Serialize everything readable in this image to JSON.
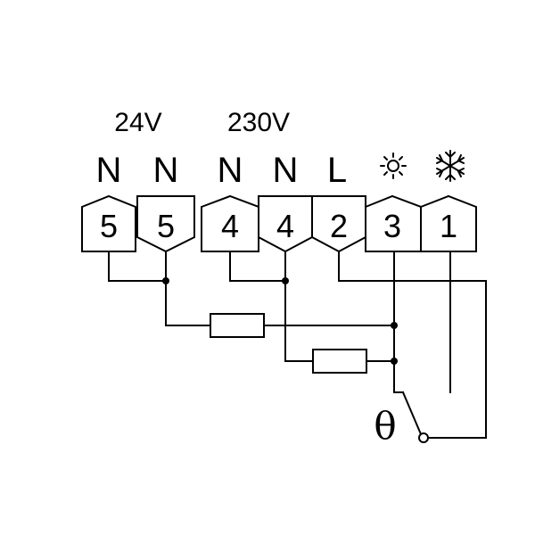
{
  "voltage_labels": {
    "low": "24V",
    "high": "230V"
  },
  "terminals": [
    {
      "number": "5",
      "label": "N",
      "shape": "pointed-top"
    },
    {
      "number": "5",
      "label": "N",
      "shape": "pointed-bottom"
    },
    {
      "number": "4",
      "label": "N",
      "shape": "pointed-top"
    },
    {
      "number": "4",
      "label": "N",
      "shape": "pointed-bottom"
    },
    {
      "number": "2",
      "label": "L",
      "shape": "pointed-bottom"
    },
    {
      "number": "3",
      "label": "",
      "symbol": "sun-icon",
      "shape": "pointed-top"
    },
    {
      "number": "1",
      "label": "",
      "symbol": "snowflake-icon",
      "shape": "pointed-top"
    }
  ],
  "thermostat_symbol": "θ",
  "components": [
    "resistor-24v-heater",
    "resistor-230v-heater",
    "thermostat-switch"
  ]
}
